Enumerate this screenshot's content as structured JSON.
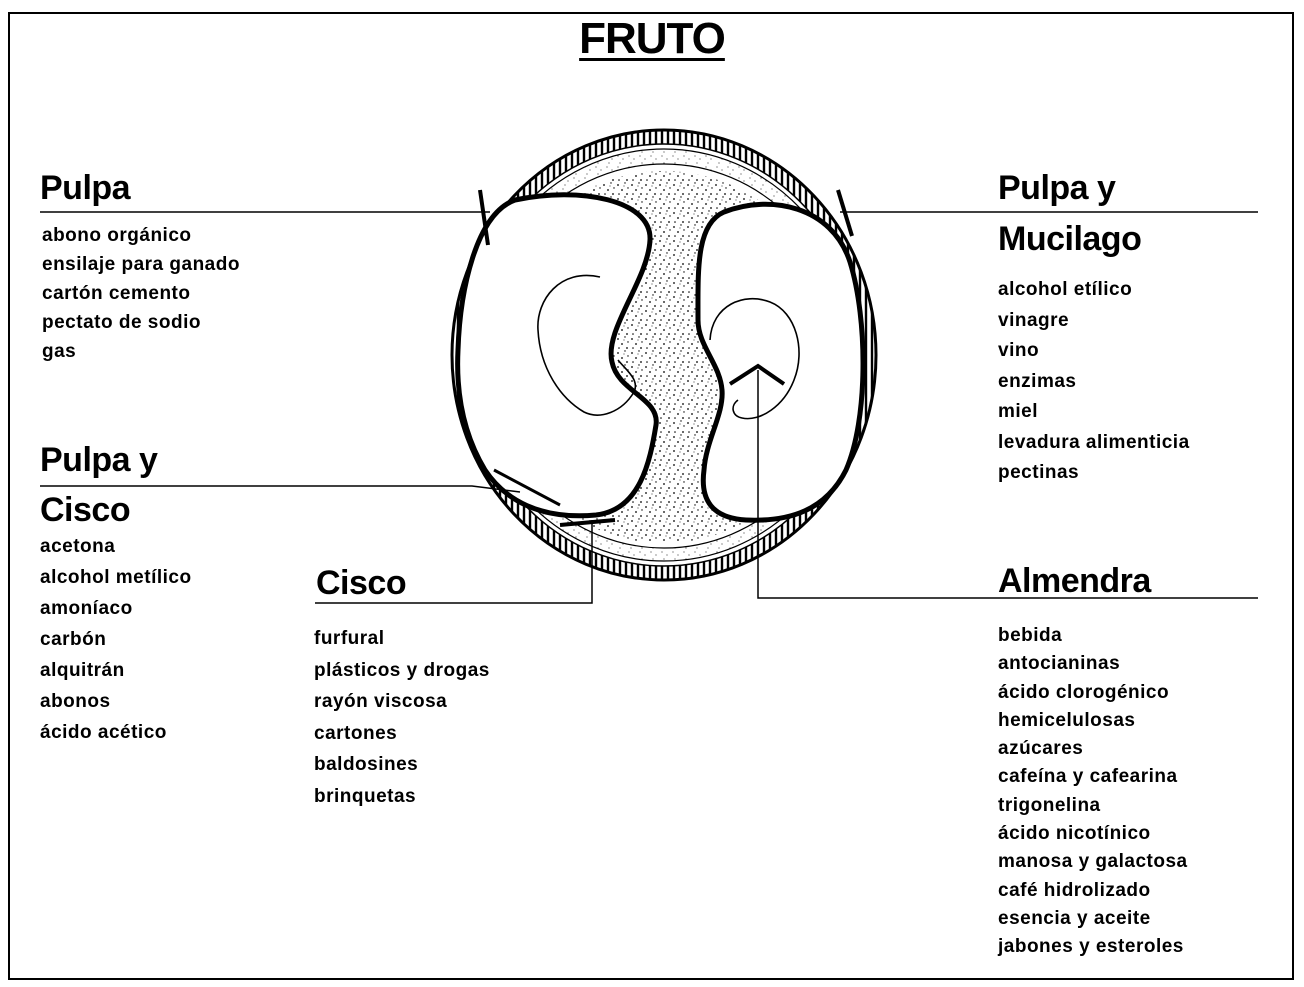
{
  "title": "FRUTO",
  "sections": {
    "pulpa": {
      "heading": "Pulpa",
      "items": [
        "abono orgánico",
        "ensilaje para ganado",
        "cartón cemento",
        "pectato de sodio",
        "gas"
      ]
    },
    "pulpa_mucilago": {
      "heading_line1": "Pulpa  y",
      "heading_line2": "Mucilago",
      "items": [
        "alcohol etílico",
        "vinagre",
        "vino",
        "enzimas",
        "miel",
        "levadura alimenticia",
        "pectinas"
      ]
    },
    "pulpa_cisco": {
      "heading_line1": "Pulpa  y",
      "heading_line2": "Cisco",
      "items": [
        "acetona",
        "alcohol metílico",
        "amoníaco",
        "carbón",
        "alquitrán",
        "abonos",
        "ácido acético"
      ]
    },
    "cisco": {
      "heading": "Cisco",
      "items": [
        "furfural",
        "plásticos y drogas",
        "rayón viscosa",
        "cartones",
        "baldosines",
        "brinquetas"
      ]
    },
    "almendra": {
      "heading": "Almendra",
      "items": [
        "bebida",
        "antocianinas",
        "ácido clorogénico",
        "hemicelulosas",
        "azúcares",
        "cafeína y cafearina",
        "trigonelina",
        "ácido nicotínico",
        "manosa y galactosa",
        "café hidrolizado",
        "esencia y aceite",
        "jabones y esteroles"
      ]
    }
  }
}
